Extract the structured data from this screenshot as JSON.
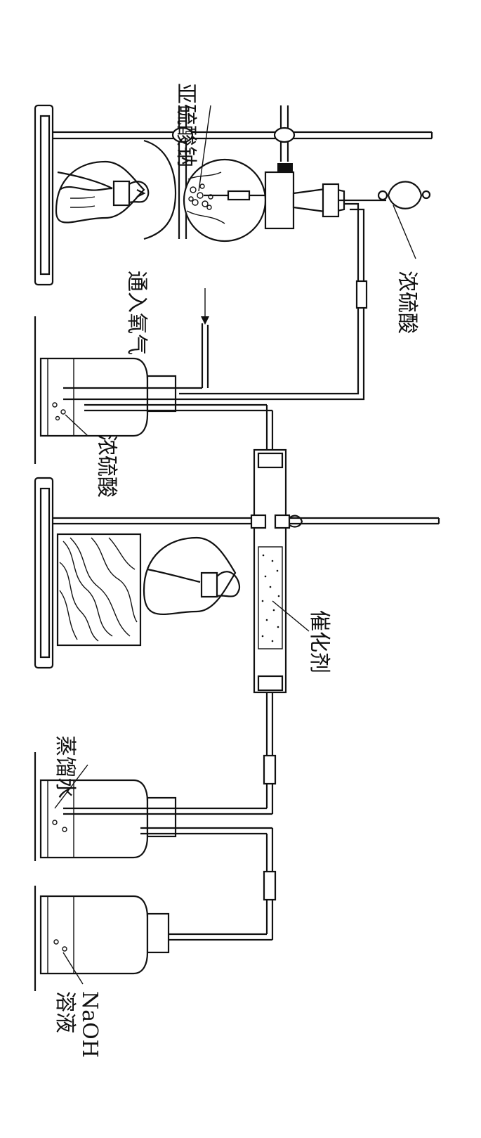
{
  "labels": {
    "sodium_sulfite": "亚硫酸钠",
    "conc_h2so4_top": "浓硫酸",
    "oxygen_in": "通入氧气",
    "conc_h2so4_bottle": "浓硫酸",
    "catalyst": "催化剂",
    "distilled_water": "蒸馏水",
    "naoh_part1": "NaOH",
    "naoh_part2": "溶液"
  }
}
